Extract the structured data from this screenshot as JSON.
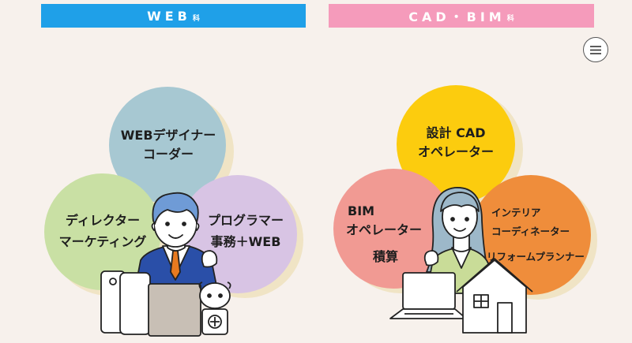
{
  "banners": {
    "web": {
      "label": "WEB",
      "suffix": "科"
    },
    "cad": {
      "label": "CAD・BIM",
      "suffix": "科"
    }
  },
  "menu": {
    "icon": "hamburger-menu-icon"
  },
  "web_circles": [
    {
      "lines": [
        "WEBデザイナー",
        "コーダー"
      ],
      "color": "#a7c8d2"
    },
    {
      "lines": [
        "ディレクター",
        "マーケティング"
      ],
      "color": "#c9e0a4"
    },
    {
      "lines": [
        "プログラマー",
        "事務＋WEB"
      ],
      "color": "#d8c4e4"
    }
  ],
  "cad_circles": [
    {
      "lines": [
        "設計 CAD",
        "オペレーター"
      ],
      "color": "#fccc0e"
    },
    {
      "lines": [
        "BIM",
        "オペレーター",
        "積算"
      ],
      "color": "#f19a93"
    },
    {
      "lines": [
        "インテリア",
        "コーディネーター",
        "リフォームプランナー"
      ],
      "color": "#ef8d3b"
    }
  ],
  "colors": {
    "web_banner": "#1fa0e8",
    "cad_banner": "#f59bbb",
    "background": "#f7f1ec"
  }
}
